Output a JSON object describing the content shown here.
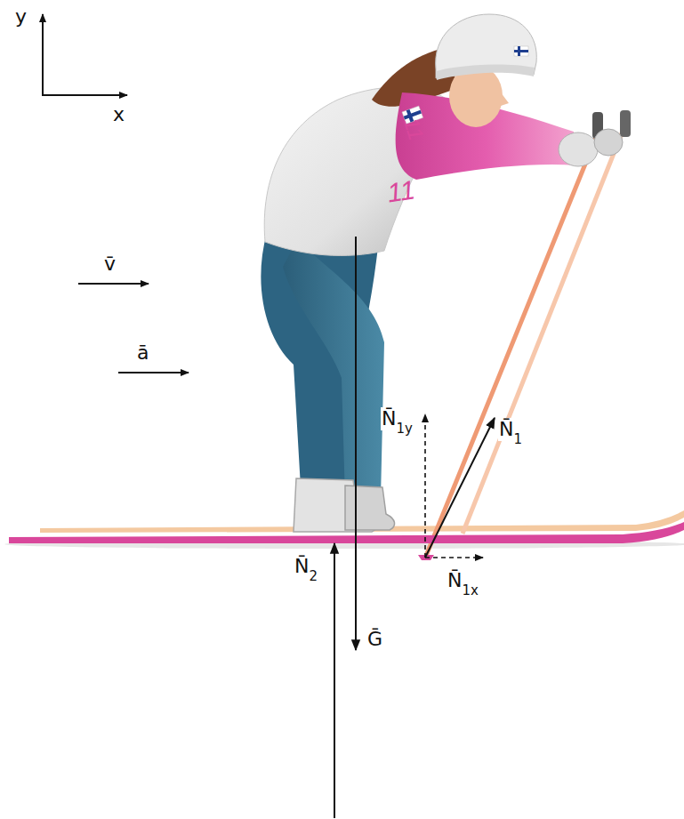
{
  "diagram": {
    "labels": [
      "y",
      "x",
      "v̄",
      "ā",
      "N̄",
      "1y",
      "N̄",
      "1",
      "N̄",
      "2",
      "N̄",
      "1x",
      "Ḡ",
      "11",
      "11"
    ]
  }
}
